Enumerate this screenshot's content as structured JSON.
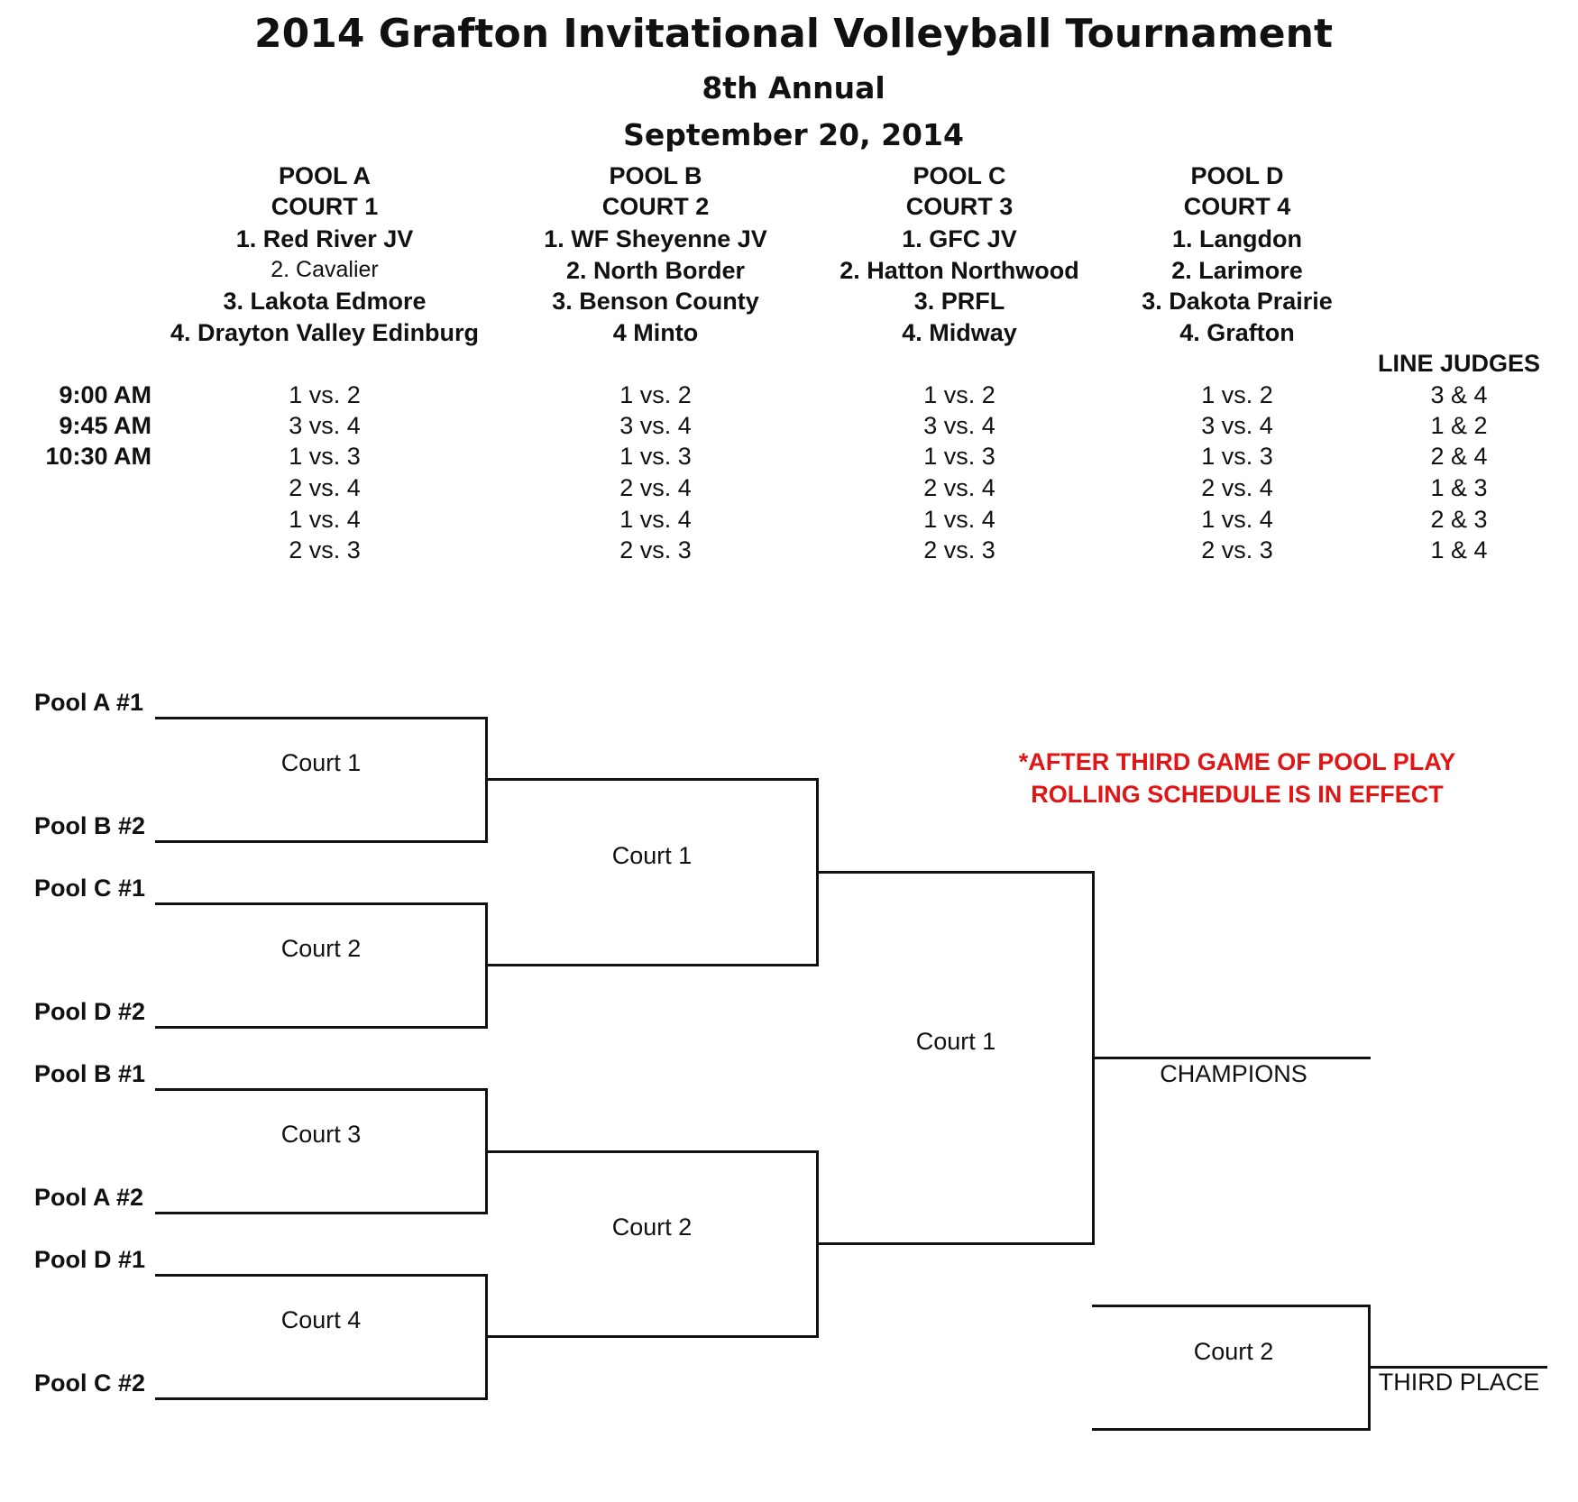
{
  "title": "2014 Grafton Invitational Volleyball Tournament",
  "subtitle": "8th Annual",
  "date": "September 20, 2014",
  "pools": [
    {
      "pool": "POOL A",
      "court": "COURT 1",
      "teams": [
        "1. Red River JV",
        "2. Cavalier",
        "3. Lakota Edmore",
        "4. Drayton Valley Edinburg"
      ],
      "games": [
        "1 vs. 2",
        "3 vs. 4",
        "1 vs. 3",
        "2 vs. 4",
        "1 vs. 4",
        "2 vs. 3"
      ]
    },
    {
      "pool": "POOL B",
      "court": "COURT 2",
      "teams": [
        "1. WF Sheyenne JV",
        "2. North Border",
        "3. Benson County",
        "4 Minto"
      ],
      "games": [
        "1 vs. 2",
        "3 vs. 4",
        "1 vs. 3",
        "2 vs. 4",
        "1 vs. 4",
        "2 vs. 3"
      ]
    },
    {
      "pool": "POOL C",
      "court": "COURT 3",
      "teams": [
        "1. GFC JV",
        "2. Hatton Northwood",
        "3. PRFL",
        "4. Midway"
      ],
      "games": [
        "1 vs. 2",
        "3 vs. 4",
        "1 vs. 3",
        "2 vs. 4",
        "1 vs. 4",
        "2 vs. 3"
      ]
    },
    {
      "pool": "POOL D",
      "court": "COURT 4",
      "teams": [
        "1. Langdon",
        "2. Larimore",
        "3. Dakota Prairie",
        "4. Grafton"
      ],
      "games": [
        "1 vs. 2",
        "3 vs. 4",
        "1 vs. 3",
        "2 vs. 4",
        "1 vs. 4",
        "2 vs. 3"
      ]
    }
  ],
  "line_judges": {
    "header": "LINE JUDGES",
    "values": [
      "3 & 4",
      "1 & 2",
      "2 & 4",
      "1 & 3",
      "2 & 3",
      "1 & 4"
    ]
  },
  "times": [
    "9:00 AM",
    "9:45 AM",
    "10:30 AM"
  ],
  "bracket": {
    "seeds": [
      "Pool A #1",
      "Pool B #2",
      "Pool C #1",
      "Pool D #2",
      "Pool B #1",
      "Pool A #2",
      "Pool D #1",
      "Pool C #2"
    ],
    "round1_courts": [
      "Court 1",
      "Court 2",
      "Court 3",
      "Court 4"
    ],
    "round2_courts": [
      "Court 1",
      "Court 2"
    ],
    "final_court": "Court 1",
    "champions": "CHAMPIONS",
    "third_place_court": "Court 2",
    "third_place": "THIRD PLACE",
    "note_line1": "*AFTER THIRD GAME OF POOL PLAY",
    "note_line2": "ROLLING SCHEDULE IS IN EFFECT",
    "note_color": "#e01515"
  }
}
